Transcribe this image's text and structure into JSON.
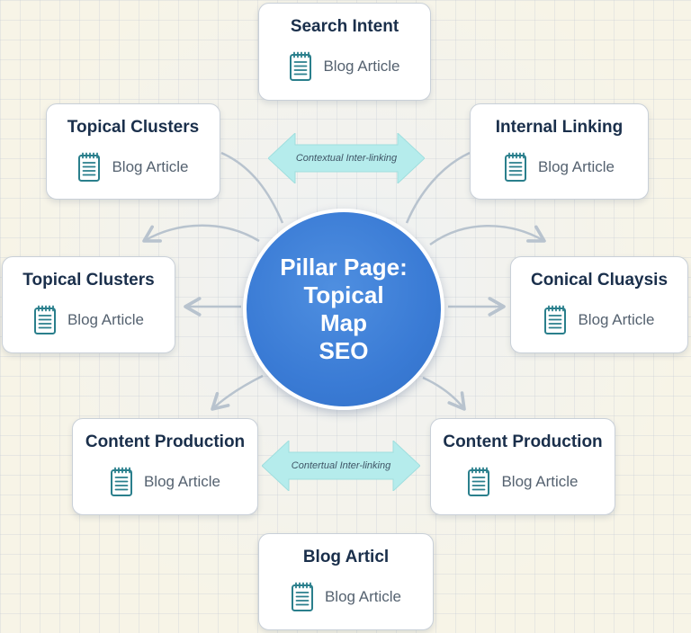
{
  "center": {
    "lines": [
      "Pillar Page:",
      "Topical",
      "Map",
      "SEO"
    ]
  },
  "cards": [
    {
      "title": "Search Intent",
      "subtitle": "Blog Article",
      "icon": "notepad-icon"
    },
    {
      "title": "Topical Clusters",
      "subtitle": "Blog Article",
      "icon": "notepad-icon"
    },
    {
      "title": "Internal Linking",
      "subtitle": "Blog Article",
      "icon": "notepad-icon"
    },
    {
      "title": "Topical Clusters",
      "subtitle": "Blog Article",
      "icon": "notepad-icon"
    },
    {
      "title": "Conical Cluaysis",
      "subtitle": "Blog Article",
      "icon": "notepad-icon"
    },
    {
      "title": "Content Production",
      "subtitle": "Blog Article",
      "icon": "notepad-icon"
    },
    {
      "title": "Content Production",
      "subtitle": "Blog Article",
      "icon": "notepad-icon"
    },
    {
      "title": "Blog Articl",
      "subtitle": "Blog Article",
      "icon": "notepad-icon"
    }
  ],
  "links": [
    {
      "label": "Contextual Inter-linking"
    },
    {
      "label": "Contertual Inter-linking"
    }
  ],
  "colors": {
    "center_fill": "#3a7bd5",
    "card_title": "#1a2f4b",
    "icon": "#2a7f8c",
    "link_arrow": "#b5ecec",
    "connector": "#b8c3ce"
  }
}
